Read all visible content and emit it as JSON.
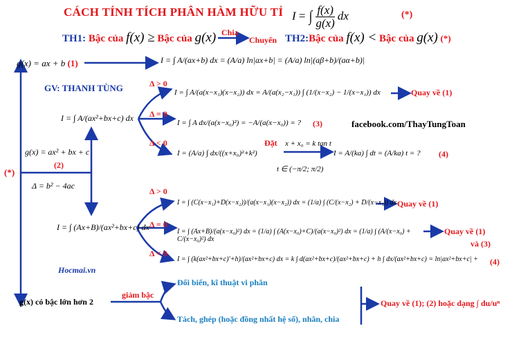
{
  "title": "CÁCH TÍNH TÍCH PHÂN HÀM HỮU TỈ",
  "title_formula": "I = ∫ f(x)/g(x) dx",
  "title_star": "(*)",
  "th1": {
    "label": "TH1:",
    "text1": "Bậc của",
    "fx": "f(x) ≥",
    "text2": "Bậc của",
    "gx": "g(x)"
  },
  "chia": "Chia",
  "chuyen": "Chuyển",
  "th2": {
    "label": "TH2:",
    "text1": "Bậc của",
    "fx": "f(x) <",
    "text2": "Bậc của",
    "gx": "g(x)",
    "star": "(*)"
  },
  "author": "GV: THANH TÙNG",
  "facebook": "facebook.com/ThayTungToan",
  "hocmai": "Hocmai.vn",
  "star_left": "(*)",
  "case1": {
    "g": "g(x) = ax + b",
    "num": "(1)",
    "formula": "I = ∫ A/(ax+b) dx = (A/a) ln|ax+b| = (A/a) ln|(aβ+b)/(aα+b)|"
  },
  "case2": {
    "g": "g(x) = ax² + bx + c",
    "num": "(2)",
    "delta": "Δ = b² − 4ac",
    "integral_A": "I = ∫ A/(ax²+bx+c) dx",
    "pos": {
      "cond": "Δ > 0",
      "formula": "I = ∫ A/(a(x−x₁)(x−x₂)) dx = A/(a(x₂−x₁)) ∫ (1/(x−x₂) − 1/(x−x₁)) dx",
      "result": "Quay về (1)"
    },
    "zero": {
      "cond": "Δ = 0",
      "formula": "I = ∫ A dx/(a(x−x₀)²) = −A/(a(x−x₀)) = ?",
      "num": "(3)"
    },
    "neg": {
      "cond": "Δ < 0",
      "formula": "I = (A/a) ∫ dx/((x+x₀)²+k²)",
      "dat": "Đặt",
      "sub": "x + x₀ = k tan t",
      "range": "t ∈ (−π/2; π/2)",
      "result": "I = A/(ka) ∫ dt = (A/ka) t = ?",
      "num": "(4)"
    }
  },
  "case3": {
    "integral": "I = ∫ (Ax+B)/(ax²+bx+c) dx",
    "pos": {
      "cond": "Δ > 0",
      "formula": "I = ∫ (C(x−x₁)+D(x−x₂))/(a(x−x₁)(x−x₂)) dx = (1/a) ∫ (C/(x−x₂) + D/(x−x₁)) dx",
      "result": "Quay về (1)"
    },
    "zero": {
      "cond": "Δ = 0",
      "formula": "I = ∫ (Ax+B)/(a(x−x₀)²) dx = (1/a) ∫ (A(x−x₀)+C)/(a(x−x₀)²) dx = (1/a) ∫ (A/(x−x₀) + C/(x−x₀)²) dx",
      "result": "Quay về (1)",
      "result2": "và (3)"
    },
    "neg": {
      "cond": "Δ < 0",
      "formula": "I = ∫ (k(ax²+bx+c)′+h)/(ax²+bx+c) dx = k ∫ d(ax²+bx+c)/(ax²+bx+c) + h ∫ dx/(ax²+bx+c) = ln|ax²+bx+c| +",
      "num": "(4)"
    }
  },
  "case4": {
    "g": "g(x) có bậc lớn hơn 2",
    "giam": "giảm bậc",
    "opt1": "Đổi biến, kĩ thuật vi phân",
    "opt2": "Tách, ghép (hoặc đồng nhất hệ số), nhân, chia",
    "result": "Quay về (1); (2) hoặc dạng ∫ du/uⁿ"
  },
  "colors": {
    "red": "#e4161b",
    "blue": "#1a3aa8"
  }
}
